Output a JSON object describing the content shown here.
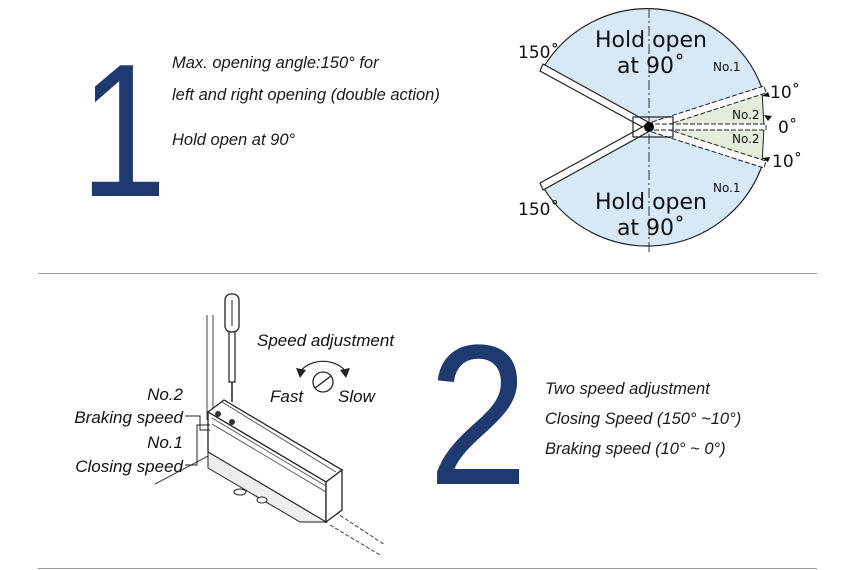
{
  "section1": {
    "number": "1",
    "text_line1": "Max. opening angle:150° for",
    "text_line2": "left and right opening (double action)",
    "text_line3": "Hold open at 90°"
  },
  "door_diagram": {
    "hold_open_top_line1": "Hold open",
    "hold_open_top_line2": "at 90˚",
    "hold_open_bottom_line1": "Hold open",
    "hold_open_bottom_line2": "at 90˚",
    "angle_150_top": "150˚",
    "angle_150_bottom": "150˚",
    "angle_10_top": "10˚",
    "angle_0": "0˚",
    "angle_10_bottom": "10˚",
    "no1_top": "No.1",
    "no1_bottom": "No.1",
    "no2_top": "No.2",
    "no2_bottom": "No.2",
    "colors": {
      "zone_blue": "#d7e8f6",
      "zone_green": "#e3edd9",
      "stroke": "#222222"
    }
  },
  "section2": {
    "number": "2",
    "text_line1": "Two speed adjustment",
    "text_line2": "Closing Speed (150° ~10°)",
    "text_line3": "Braking speed (10° ~ 0°)"
  },
  "mechanism_diagram": {
    "speed_adjustment": "Speed adjustment",
    "fast": "Fast",
    "slow": "Slow",
    "no2": "No.2",
    "braking_speed": "Braking speed",
    "no1": "No.1",
    "closing_speed": "Closing speed"
  },
  "colors": {
    "number_blue": "#1f3a6e",
    "divider": "#9a9a9a"
  }
}
